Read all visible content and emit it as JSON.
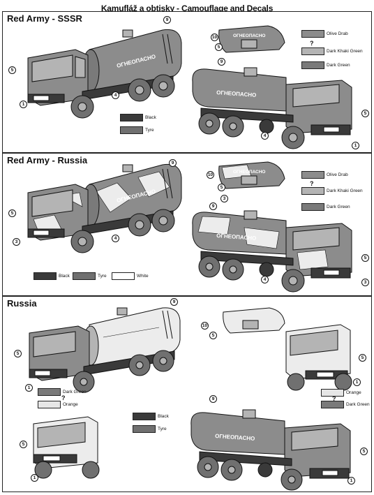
{
  "page": {
    "title": "Kamufláž a obtisky - Camouflage and Decals"
  },
  "vehicle_text": "ОГНЕОПАСНО",
  "colors": {
    "olive_drab": "#8c8c8c",
    "dark_khaki_green": "#b4b4b4",
    "dark_green": "#7a7a7a",
    "black": "#3a3a3a",
    "tyre": "#707070",
    "white": "#ffffff",
    "orange": "#e6e6e6",
    "camo_light": "#ececec"
  },
  "sections": [
    {
      "title": "Red Army - SSSR",
      "swatches_right": [
        {
          "label": "Olive Drab"
        },
        {
          "label": "Dark Khaki Green"
        },
        {
          "label": "Dark Green"
        }
      ],
      "swatches_bottom": [
        {
          "label": "Black"
        },
        {
          "label": "Tyre"
        }
      ],
      "callouts": [
        "1",
        "4",
        "5",
        "9",
        "10",
        "5",
        "9",
        "5",
        "4",
        "1"
      ]
    },
    {
      "title": "Red Army - Russia",
      "swatches_right": [
        {
          "label": "Olive Drab"
        },
        {
          "label": "Dark Khaki Green"
        },
        {
          "label": "Dark Green"
        }
      ],
      "swatches_bottom": [
        {
          "label": "Black"
        },
        {
          "label": "Tyre"
        },
        {
          "label": "White"
        }
      ],
      "callouts": [
        "9",
        "5",
        "3",
        "4",
        "10",
        "5",
        "3",
        "9",
        "5",
        "4",
        "3"
      ]
    },
    {
      "title": "Russia",
      "swatches_left": [
        {
          "label": "Dark Green"
        },
        {
          "label": "Orange"
        }
      ],
      "swatches_mid": [
        {
          "label": "Black"
        },
        {
          "label": "Tyre"
        }
      ],
      "swatches_right": [
        {
          "label": "Orange"
        },
        {
          "label": "Dark Green"
        }
      ],
      "callouts": [
        "9",
        "5",
        "1",
        "10",
        "5",
        "5",
        "1",
        "5",
        "1",
        "9",
        "5",
        "1"
      ]
    }
  ],
  "question_mark": "?"
}
